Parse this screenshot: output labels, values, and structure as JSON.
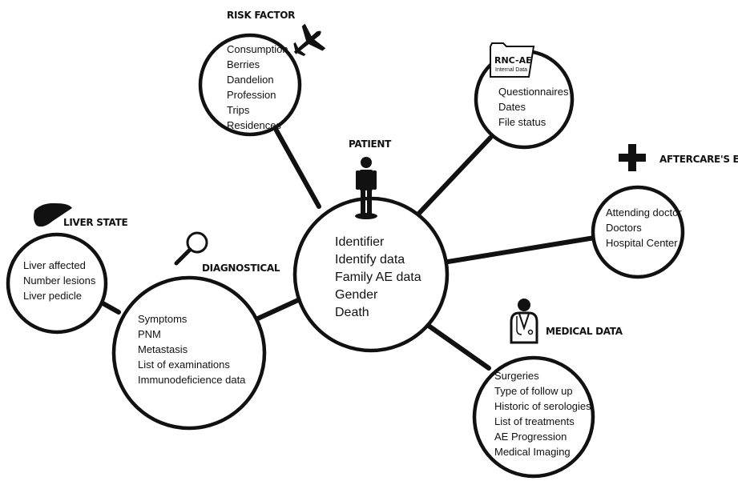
{
  "nodes": {
    "patient": {
      "heading": "PATIENT",
      "icon": "person-icon",
      "items": [
        "Identifier",
        "Identify data",
        "Family AE data",
        "Gender",
        "Death"
      ]
    },
    "risk_factor": {
      "heading": "RISK FACTOR",
      "icon": "airplane-icon",
      "items": [
        "Consumption",
        "Berries",
        "Dandelion",
        "Profession",
        "Trips",
        "Residences"
      ]
    },
    "rnc_ae": {
      "tab_title": "RNC-AE",
      "tab_subtitle": "Internal Data",
      "icon": "folder-icon",
      "items": [
        "Questionnaires",
        "Dates",
        "File status"
      ]
    },
    "aftercare": {
      "heading": "AFTERCARE'S ENTITIES",
      "icon": "medical-cross-icon",
      "items": [
        "Attending doctor",
        "Doctors",
        "Hospital  Center"
      ]
    },
    "medical_data": {
      "heading": "MEDICAL DATA",
      "icon": "doctor-icon",
      "items": [
        "Surgeries",
        "Type of follow up",
        "Historic of serologies",
        "List of treatments",
        "AE Progression",
        "Medical Imaging"
      ]
    },
    "diagnostical": {
      "heading": "DIAGNOSTICAL",
      "icon": "magnifier-icon",
      "items": [
        "Symptoms",
        "PNM",
        "Metastasis",
        "List of examinations",
        "Immunodeficience data"
      ]
    },
    "liver_state": {
      "heading": "LIVER STATE",
      "icon": "liver-icon",
      "items": [
        "Liver affected",
        "Number lesions",
        "Liver pedicle"
      ]
    }
  }
}
